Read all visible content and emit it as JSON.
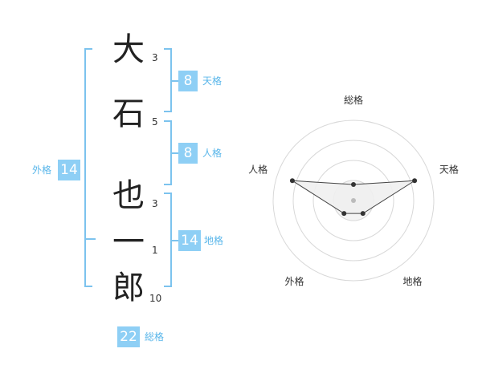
{
  "name": {
    "characters": [
      {
        "char": "大",
        "strokes": "3"
      },
      {
        "char": "石",
        "strokes": "5"
      },
      {
        "char": "也",
        "strokes": "3"
      },
      {
        "char": "一",
        "strokes": "1"
      },
      {
        "char": "郎",
        "strokes": "10"
      }
    ]
  },
  "kaku": {
    "tenkaku": {
      "label": "天格",
      "value": "8"
    },
    "jinkaku": {
      "label": "人格",
      "value": "8"
    },
    "chikaku": {
      "label": "地格",
      "value": "14"
    },
    "gaikaku": {
      "label": "外格",
      "value": "14"
    },
    "soukaku": {
      "label": "総格",
      "value": "22"
    }
  },
  "chart_data": {
    "type": "radar",
    "axes": [
      "総格",
      "天格",
      "地格",
      "外格",
      "人格"
    ],
    "values": [
      1,
      4,
      1,
      1,
      4
    ],
    "range": [
      0,
      5
    ],
    "rings": 4,
    "colors": {
      "fill": "#efefef",
      "line": "#444444",
      "point": "#333333",
      "grid": "#d8d8d8",
      "center": "#bbbbbb"
    }
  }
}
